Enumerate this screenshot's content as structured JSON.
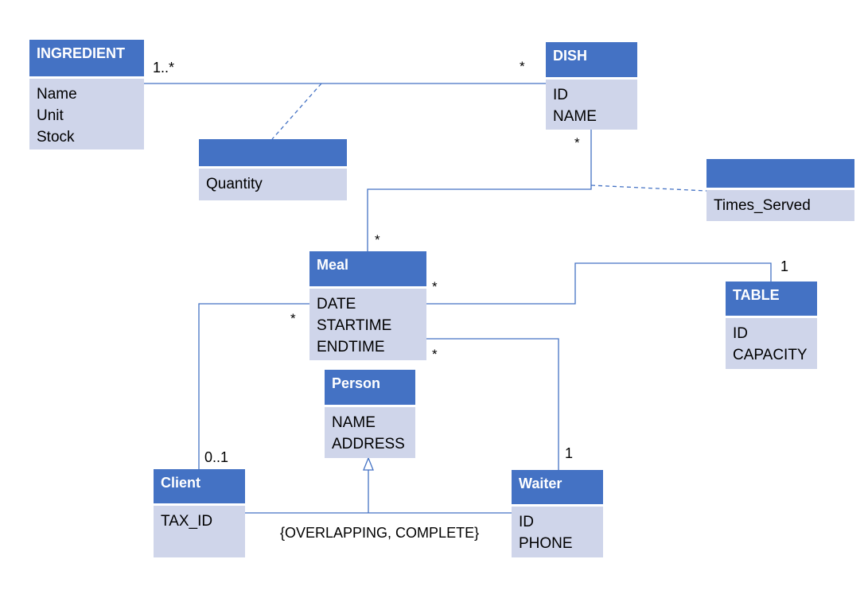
{
  "classes": {
    "ingredient": {
      "name": "INGREDIENT",
      "attributes": [
        "Name",
        "Unit",
        "Stock"
      ]
    },
    "dish": {
      "name": "DISH",
      "attributes": [
        "ID",
        "NAME"
      ]
    },
    "quantity_assoc": {
      "name": "",
      "attributes": [
        "Quantity"
      ]
    },
    "times_served_assoc": {
      "name": "",
      "attributes": [
        "Times_Served"
      ]
    },
    "meal": {
      "name": "Meal",
      "attributes": [
        "DATE",
        "STARTIME",
        "ENDTIME"
      ]
    },
    "table": {
      "name": "TABLE",
      "attributes": [
        "ID",
        "CAPACITY"
      ]
    },
    "person": {
      "name": "Person",
      "attributes": [
        "NAME",
        "ADDRESS"
      ]
    },
    "client": {
      "name": "Client",
      "attributes": [
        "TAX_ID"
      ]
    },
    "waiter": {
      "name": "Waiter",
      "attributes": [
        "ID",
        "PHONE"
      ]
    }
  },
  "multiplicities": {
    "ingredient_dish_ingredient_end": "1..*",
    "ingredient_dish_dish_end": "*",
    "dish_meal_dish_end": "*",
    "dish_meal_meal_end": "*",
    "meal_table_meal_end": "*",
    "meal_table_table_end": "1",
    "meal_client_meal_end": "*",
    "meal_client_client_end": "0..1",
    "meal_waiter_meal_end": "*",
    "meal_waiter_waiter_end": "1"
  },
  "generalization_constraint": "{OVERLAPPING, COMPLETE}",
  "colors": {
    "header": "#4472c4",
    "body": "#cfd5ea",
    "line": "#4472c4"
  }
}
